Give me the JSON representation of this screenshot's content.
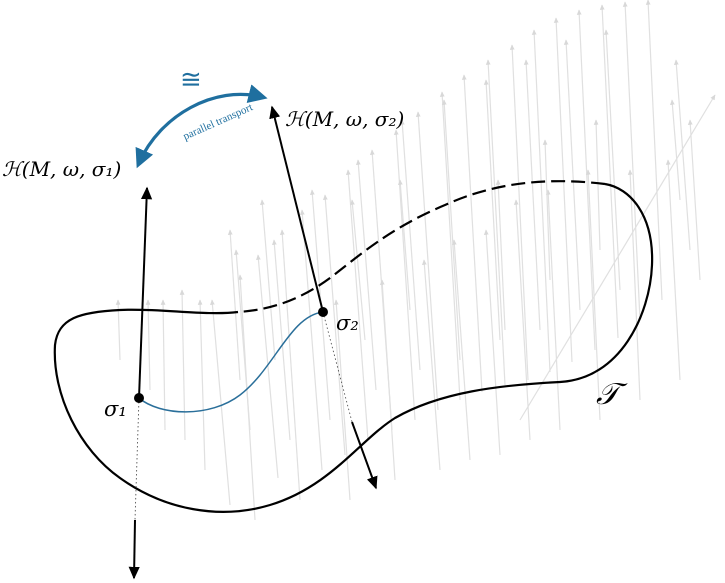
{
  "labels": {
    "fiber_left": "ℋ(M, ω, σ₁)",
    "fiber_right": "ℋ(M, ω, σ₂)",
    "point_left": "σ₁",
    "point_right": "σ₂",
    "surface": "𝒯",
    "isomorphism": "≅",
    "transport": "parallel transport"
  },
  "colors": {
    "curve": "#000000",
    "path": "#2a6f9a",
    "transport_arrow": "#1f6f9f",
    "background_field": "#dcdcdc"
  }
}
